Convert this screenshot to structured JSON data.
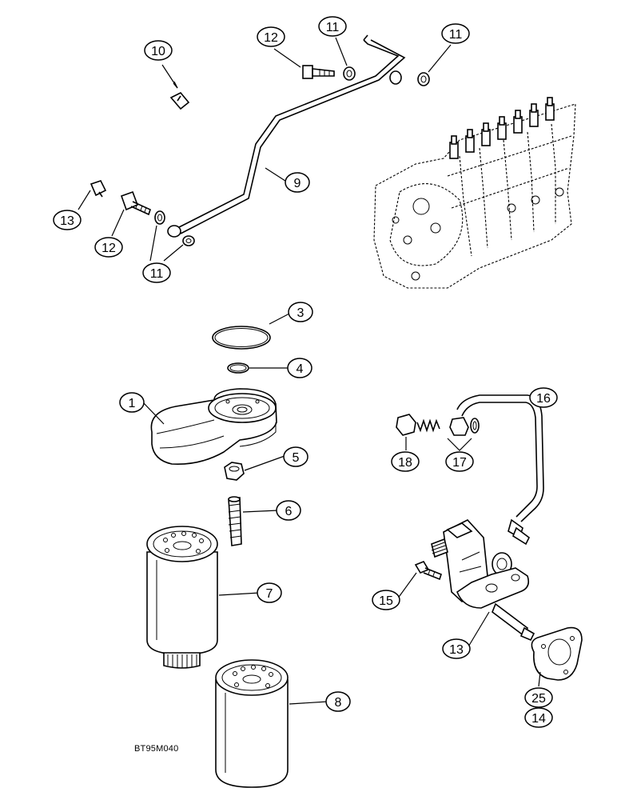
{
  "figure_code": "BT95M040",
  "callouts": [
    {
      "id": "c10",
      "label": "10"
    },
    {
      "id": "c12a",
      "label": "12"
    },
    {
      "id": "c11a",
      "label": "11"
    },
    {
      "id": "c11b",
      "label": "11"
    },
    {
      "id": "c9",
      "label": "9"
    },
    {
      "id": "c13a",
      "label": "13"
    },
    {
      "id": "c12b",
      "label": "12"
    },
    {
      "id": "c11c",
      "label": "11"
    },
    {
      "id": "c3",
      "label": "3"
    },
    {
      "id": "c4",
      "label": "4"
    },
    {
      "id": "c1",
      "label": "1"
    },
    {
      "id": "c5",
      "label": "5"
    },
    {
      "id": "c6",
      "label": "6"
    },
    {
      "id": "c7",
      "label": "7"
    },
    {
      "id": "c8",
      "label": "8"
    },
    {
      "id": "c16",
      "label": "16"
    },
    {
      "id": "c18",
      "label": "18"
    },
    {
      "id": "c17",
      "label": "17"
    },
    {
      "id": "c15",
      "label": "15"
    },
    {
      "id": "c13b",
      "label": "13"
    },
    {
      "id": "c25",
      "label": "25"
    },
    {
      "id": "c14",
      "label": "14"
    }
  ]
}
